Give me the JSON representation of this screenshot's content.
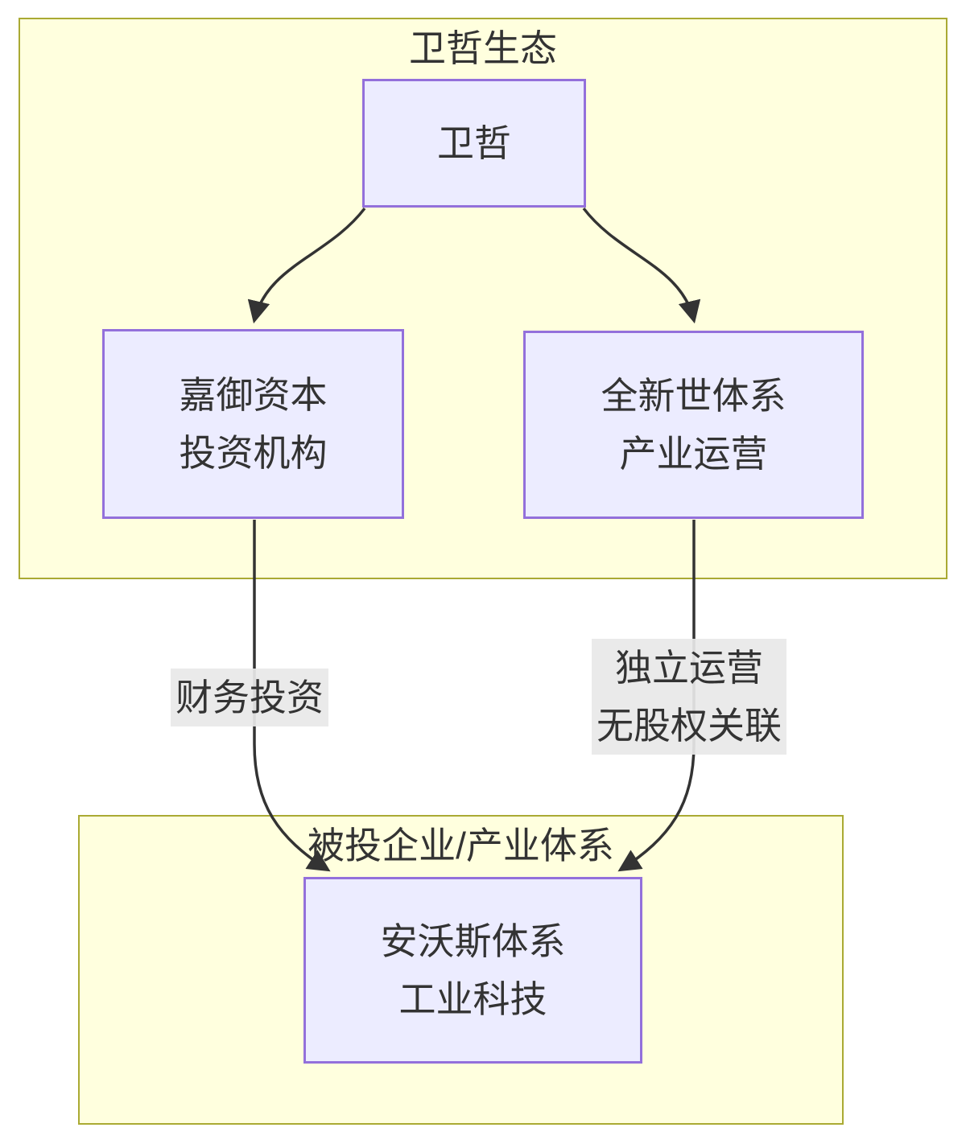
{
  "diagram": {
    "type": "flowchart",
    "clusters": [
      {
        "title": "卫哲生态"
      },
      {
        "title": "被投企业/产业体系"
      }
    ],
    "nodes": [
      {
        "lines": [
          "卫哲"
        ]
      },
      {
        "lines": [
          "嘉御资本",
          "投资机构"
        ]
      },
      {
        "lines": [
          "全新世体系",
          "产业运营"
        ]
      },
      {
        "lines": [
          "安沃斯体系",
          "工业科技"
        ]
      }
    ],
    "edges": [
      {
        "from": "卫哲",
        "to": "嘉御资本 投资机构",
        "label_lines": []
      },
      {
        "from": "卫哲",
        "to": "全新世体系 产业运营",
        "label_lines": []
      },
      {
        "from": "嘉御资本 投资机构",
        "to": "安沃斯体系 工业科技",
        "label_lines": [
          "财务投资"
        ]
      },
      {
        "from": "全新世体系 产业运营",
        "to": "安沃斯体系 工业科技",
        "label_lines": [
          "独立运营",
          "无股权关联"
        ]
      }
    ],
    "colors": {
      "cluster_fill": "#ffffde",
      "cluster_border": "#aaaa33",
      "node_fill": "#ececff",
      "node_border": "#9370db",
      "edge_stroke": "#333333",
      "text": "#333333",
      "edge_label_bg": "#e8e8e8"
    }
  }
}
